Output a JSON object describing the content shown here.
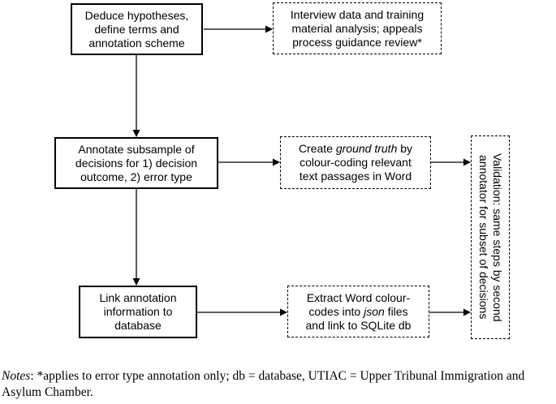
{
  "boxes": {
    "deduce": "Deduce hypotheses,\ndefine terms and\nannotation scheme",
    "interview": "Interview data and training\nmaterial analysis; appeals\nprocess guidance review*",
    "annotate": "Annotate subsample of\ndecisions for 1) decision\noutcome, 2) error type",
    "create_prefix": "Create ",
    "create_italic": "ground truth",
    "create_suffix": " by\ncolour-coding relevant\ntext passages in Word",
    "link": "Link annotation\ninformation to\ndatabase",
    "extract_prefix": "Extract Word colour-\ncodes into ",
    "extract_italic": "json",
    "extract_suffix": " files\nand link to SQLite db",
    "validation": "Validation: same steps by second\nannotator for subset of decisions"
  },
  "notes": {
    "label": "Notes",
    "text": ": *applies to error type annotation only; db = database, UTIAC = Upper Tribunal Immigration and Asylum Chamber."
  }
}
